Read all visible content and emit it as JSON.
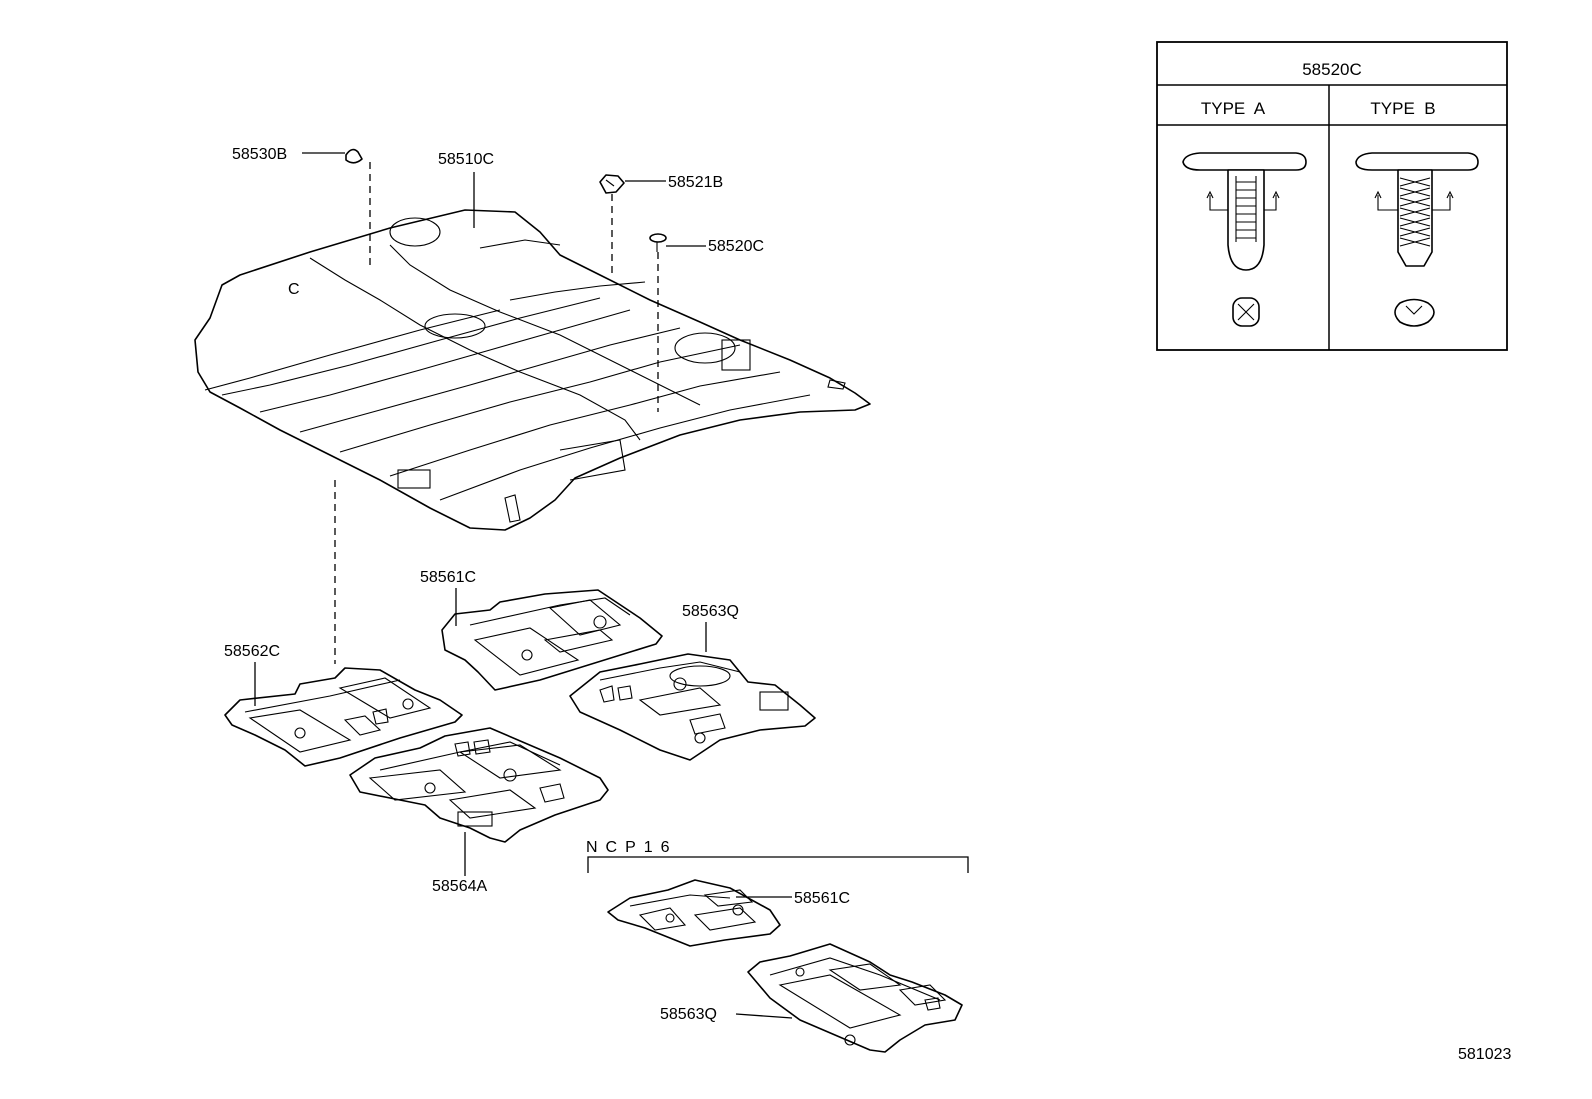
{
  "diagram": {
    "labels": {
      "p58530B": "58530B",
      "p58510C": "58510C",
      "p58521B": "58521B",
      "p58520C": "58520C",
      "p58561C": "58561C",
      "p58563Q": "58563Q",
      "p58562C": "58562C",
      "p58564A": "58564A",
      "ncp_p58561C": "58561C",
      "ncp_p58563Q": "58563Q",
      "carpet_mark": "C"
    },
    "ncp_group_title": "NCP16",
    "page_code": "581023"
  },
  "inset": {
    "title": "58520C",
    "type_a": "TYPE  A",
    "type_b": "TYPE  B"
  }
}
